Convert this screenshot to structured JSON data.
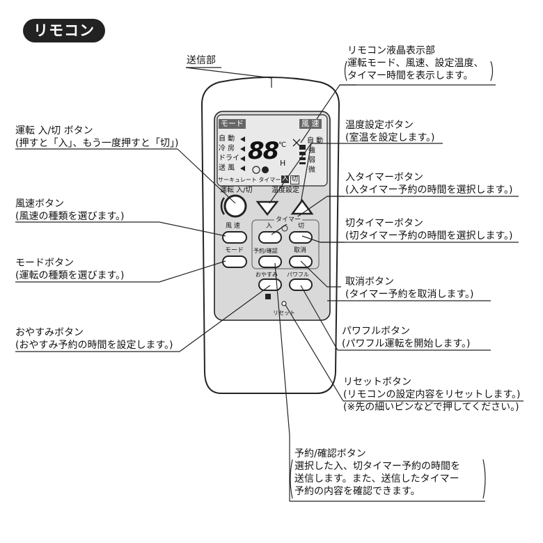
{
  "title": "リモコン",
  "remote": {
    "mode_tag": "モード",
    "fan_tag": "風 速",
    "modes": [
      "自 動",
      "冷 房",
      "ドライ",
      "送 風"
    ],
    "fan_levels": [
      "自 動",
      "強",
      "弱",
      "微"
    ],
    "segment_digits": "88",
    "deg_c": "℃",
    "h_mark": "H",
    "thermal_timer": "サーキュレート タイマー",
    "timer_on_tag": "入",
    "timer_off_tag": "切",
    "power_label": "運転 入/切",
    "temp_label": "温度設定",
    "timer_group_label": "タイマー",
    "btn_labels": {
      "fan": "風 速",
      "mode": "モード",
      "on": "入",
      "off": "切",
      "reserve": "予約/確認",
      "cancel": "取消",
      "sleep": "おやすみ",
      "powerful": "パワフル",
      "reset": "リセット"
    }
  },
  "callouts": {
    "transmitter": "送信部",
    "lcd": {
      "title": "リモコン液晶表示部",
      "lines": [
        "運転モード、風速、設定温度、",
        "タイマー時間を表示します。"
      ]
    },
    "power": {
      "title": "運転 入/切 ボタン",
      "lines": [
        "(押すと「入」、もう一度押すと「切」)"
      ]
    },
    "temp": {
      "title": "温度設定ボタン",
      "lines": [
        "(室温を設定します。)"
      ]
    },
    "fan": {
      "title": "風速ボタン",
      "lines": [
        "(風速の種類を選びます。)"
      ]
    },
    "on_timer": {
      "title": "入タイマーボタン",
      "lines": [
        "(入タイマー予約の時間を選択します。)"
      ]
    },
    "off_timer": {
      "title": "切タイマーボタン",
      "lines": [
        "(切タイマー予約の時間を選択します。)"
      ]
    },
    "mode": {
      "title": "モードボタン",
      "lines": [
        "(運転の種類を選びます。)"
      ]
    },
    "cancel": {
      "title": "取消ボタン",
      "lines": [
        "(タイマー予約を取消します。)"
      ]
    },
    "sleep": {
      "title": "おやすみボタン",
      "lines": [
        "(おやすみ予約の時間を設定します。)"
      ]
    },
    "powerful": {
      "title": "パワフルボタン",
      "lines": [
        "(パワフル運転を開始します。)"
      ]
    },
    "reset": {
      "title": "リセットボタン",
      "lines": [
        "(リモコンの設定内容をリセットします。)",
        "(※先の細いピンなどで押してください。)"
      ]
    },
    "reserve": {
      "title": "予約/確認ボタン",
      "lines": [
        "選択した入、切タイマー予約の時間を",
        "送信します。また、送信したタイマー",
        "予約の内容を確認できます。"
      ]
    }
  }
}
